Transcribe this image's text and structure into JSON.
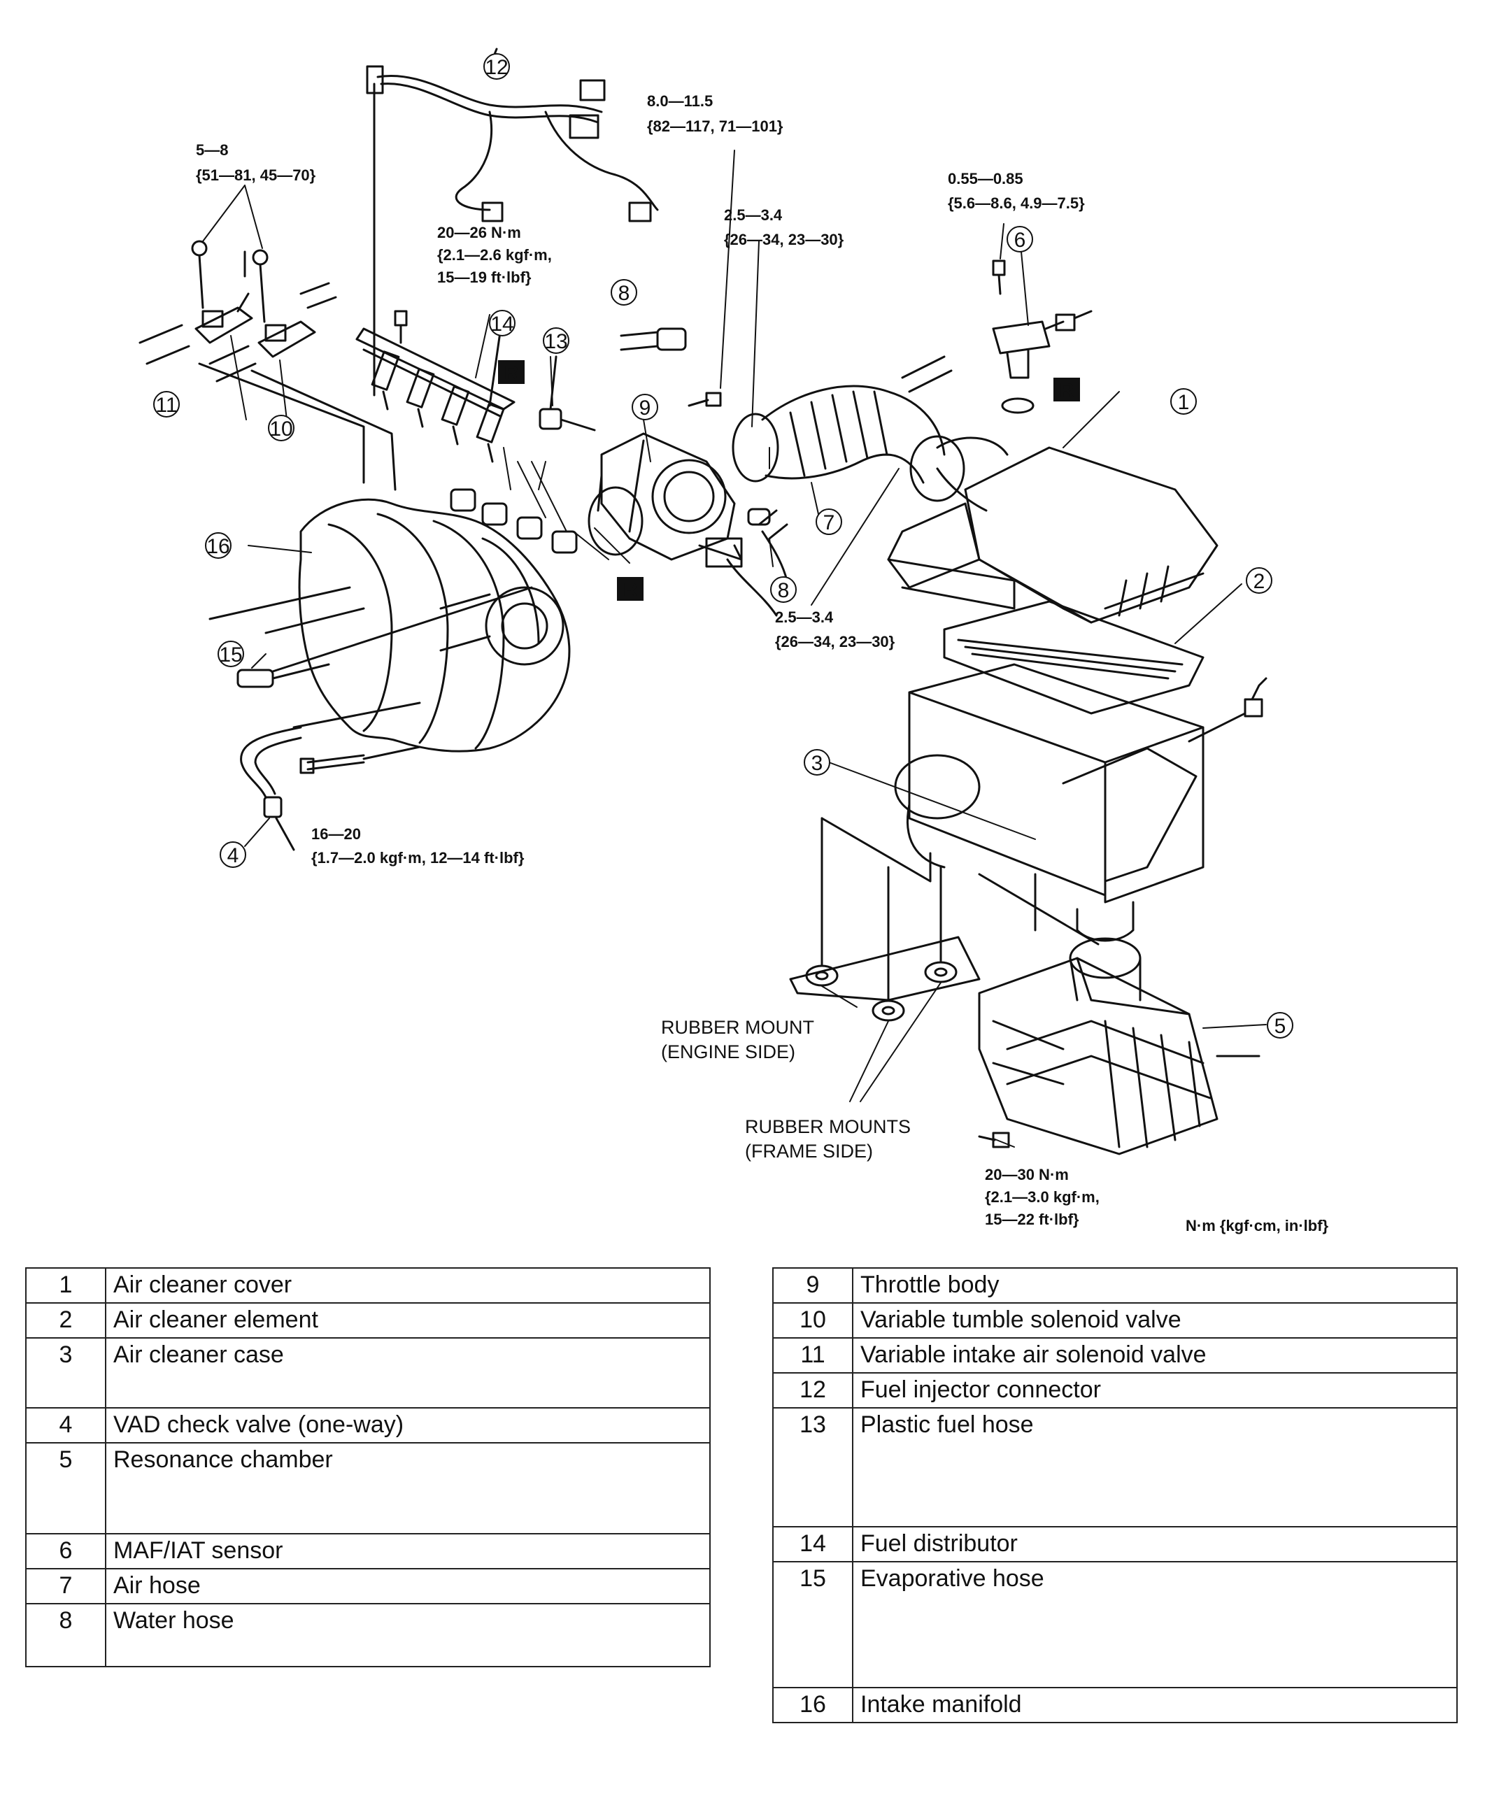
{
  "torque_specs": {
    "t_5_8": [
      "5—8",
      "{51—81, 45—70}"
    ],
    "t_20_26": [
      "20—26 N·m",
      "{2.1—2.6 kgf·m,",
      "15—19 ft·lbf}"
    ],
    "t_8_11": [
      "8.0—11.5",
      "{82—117, 71—101}"
    ],
    "t_25_34_top": [
      "2.5—3.4",
      "{26—34, 23—30}"
    ],
    "t_055_085": [
      "0.55—0.85",
      "{5.6—8.6, 4.9—7.5}"
    ],
    "t_25_34_bottom": [
      "2.5—3.4",
      "{26—34, 23—30}"
    ],
    "t_16_20": [
      "16—20",
      "{1.7—2.0 kgf·m, 12—14 ft·lbf}"
    ],
    "t_20_30": [
      "20—30 N·m",
      "{2.1—3.0 kgf·m,",
      "15—22 ft·lbf}"
    ]
  },
  "units_note": "N·m {kgf·cm, in·lbf}",
  "replace_mark": "R",
  "mount_labels": {
    "engine_side": [
      "RUBBER MOUNT",
      "(ENGINE SIDE)"
    ],
    "frame_side": [
      "RUBBER MOUNTS",
      "(FRAME SIDE)"
    ]
  },
  "callouts": [
    "1",
    "2",
    "3",
    "4",
    "5",
    "6",
    "7",
    "8",
    "8",
    "9",
    "10",
    "11",
    "12",
    "13",
    "14",
    "15",
    "16"
  ],
  "parts_left": [
    {
      "num": "1",
      "name": "Air cleaner cover"
    },
    {
      "num": "2",
      "name": "Air cleaner element"
    },
    {
      "num": "3",
      "name": "Air cleaner case"
    },
    {
      "num": "4",
      "name": "VAD check valve (one-way)"
    },
    {
      "num": "5",
      "name": "Resonance chamber"
    },
    {
      "num": "6",
      "name": "MAF/IAT sensor"
    },
    {
      "num": "7",
      "name": "Air hose"
    },
    {
      "num": "8",
      "name": "Water hose"
    }
  ],
  "parts_right": [
    {
      "num": "9",
      "name": "Throttle body"
    },
    {
      "num": "10",
      "name": "Variable tumble solenoid valve"
    },
    {
      "num": "11",
      "name": "Variable intake air solenoid valve"
    },
    {
      "num": "12",
      "name": "Fuel injector connector"
    },
    {
      "num": "13",
      "name": "Plastic fuel hose"
    },
    {
      "num": "14",
      "name": "Fuel distributor"
    },
    {
      "num": "15",
      "name": "Evaporative hose"
    },
    {
      "num": "16",
      "name": "Intake manifold"
    }
  ]
}
